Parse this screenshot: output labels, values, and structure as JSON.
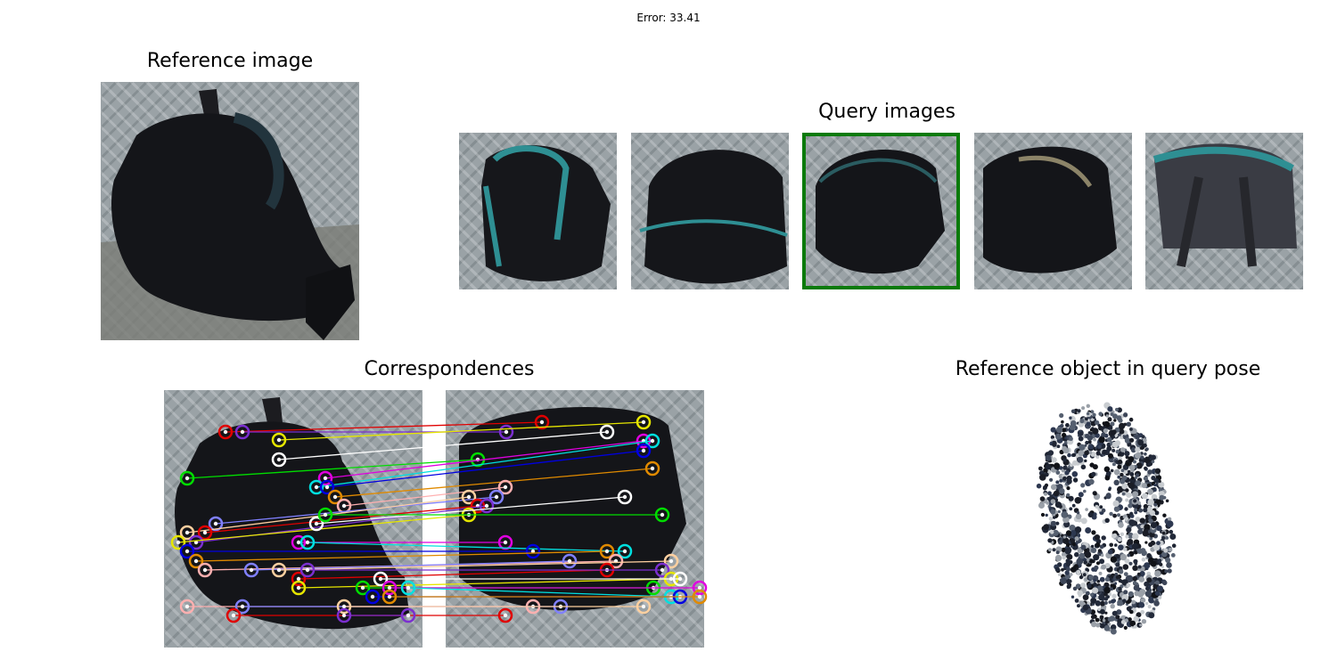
{
  "header": {
    "error_text": "Error: 33.41"
  },
  "panels": {
    "reference_title": "Reference image",
    "query_title": "Query images",
    "correspondences_title": "Correspondences",
    "pose_title": "Reference object in query pose"
  },
  "query": {
    "count": 5,
    "selected_index": 2
  },
  "colors": {
    "selected_border": "#0a7a0a",
    "bag": "#15161a",
    "teal_trim": "#2e8f93",
    "floor": "#9aa2a6"
  }
}
